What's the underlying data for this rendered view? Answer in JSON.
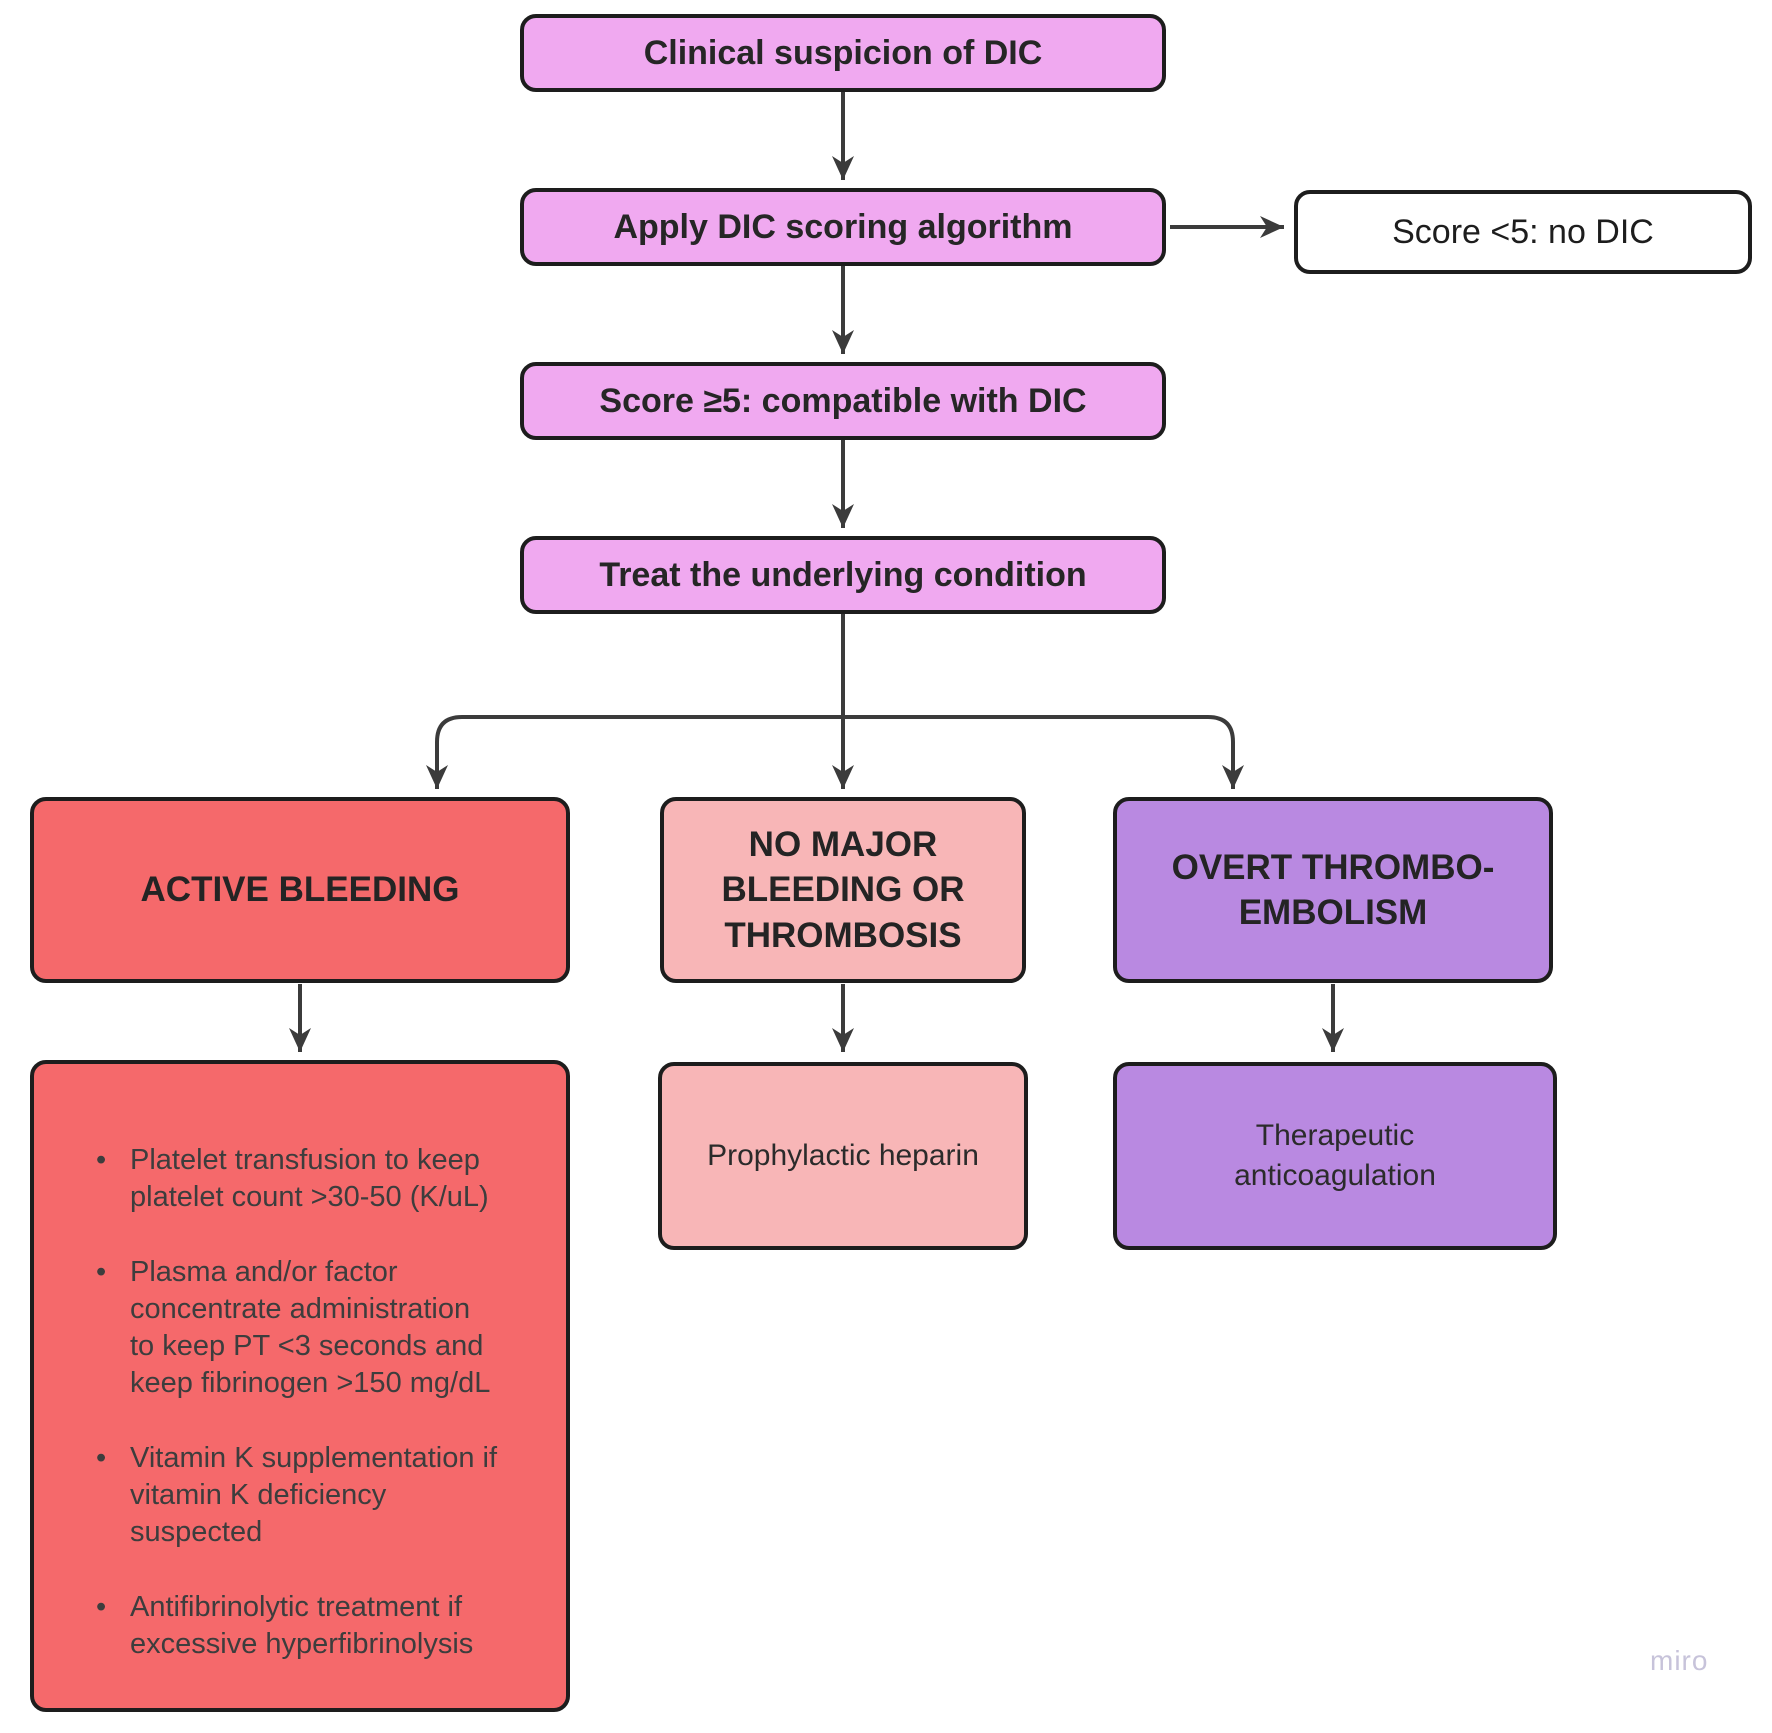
{
  "colors": {
    "violet_box": "#F0A9F0",
    "white_box": "#FFFFFF",
    "red_box": "#F5696B",
    "pink_box": "#F8B6B7",
    "purple_box": "#B989E1",
    "connector": "#3B3B3B",
    "border": "#1D1D1D"
  },
  "nodes": {
    "clinical_suspicion": {
      "label": "Clinical suspicion of DIC"
    },
    "apply_scoring": {
      "label": "Apply DIC scoring algorithm"
    },
    "score_lt5": {
      "label": "Score <5: no DIC"
    },
    "score_ge5": {
      "label": "Score ≥5: compatible with DIC"
    },
    "treat_underlying": {
      "label": "Treat the underlying condition"
    },
    "active_bleeding": {
      "label": "ACTIVE BLEEDING"
    },
    "no_major_bleeding": {
      "label": "NO MAJOR\nBLEEDING OR\nTHROMBOSIS"
    },
    "overt_thromboembolism": {
      "label": "OVERT THROMBO-\nEMBOLISM"
    },
    "active_bleeding_treatments": {
      "bullets": [
        "Platelet transfusion to keep\nplatelet count >30-50 (K/uL)",
        "Plasma and/or factor\nconcentrate administration\nto keep PT <3 seconds and\nkeep fibrinogen >150 mg/dL",
        "Vitamin K supplementation if\nvitamin K deficiency\nsuspected",
        "Antifibrinolytic treatment if\nexcessive hyperfibrinolysis"
      ]
    },
    "prophylactic_heparin": {
      "label": "Prophylactic heparin"
    },
    "therapeutic_anticoagulation": {
      "label": "Therapeutic\nanticoagulation"
    }
  },
  "watermark": "miro"
}
